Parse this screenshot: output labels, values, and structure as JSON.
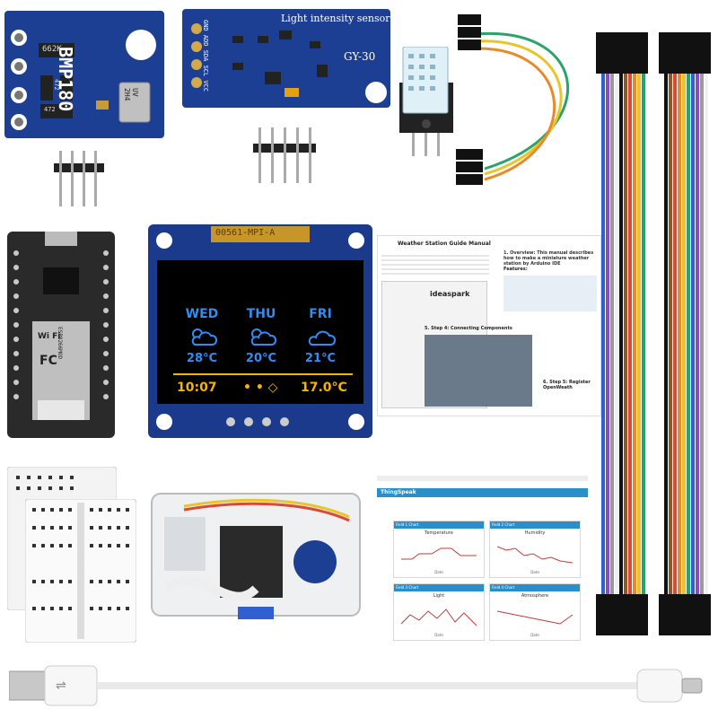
{
  "product_photo": {
    "bmp180": {
      "name": "BMP180",
      "chip_top": "662K",
      "chip_mid": "472",
      "chip_bottom": "472",
      "sensor_text": "UV 2H4"
    },
    "gy30": {
      "title": "Light intensity sensor",
      "model": "GY-30",
      "pins": "GND ADD SDA SCL VCC"
    },
    "oled": {
      "label": "00561-MPI-A",
      "days": [
        {
          "day": "WED",
          "temp": "28°C"
        },
        {
          "day": "THU",
          "temp": "20°C"
        },
        {
          "day": "FRI",
          "temp": "21°C"
        }
      ],
      "time": "10:07",
      "dots": "• • ◇",
      "current_temp": "17.0°C"
    },
    "nodemcu": {
      "module": "ESP8266MOD",
      "wifi": "Wi Fi",
      "fc": "FC"
    },
    "manual": {
      "title": "Weather Station Guide Manual",
      "overview": "1. Overview: This manual describes how to make a miniature weather station by Arduino IDE",
      "features": "Features:",
      "step4": "5. Step 4: Connecting Components",
      "step5": "6. Step 5: Register OpenWeath",
      "brand": "ideaspark"
    },
    "thingspeak": {
      "brand": "ThingSpeak",
      "charts": [
        {
          "field": "Field 1 Chart",
          "title": "Temperature",
          "axis": "Date"
        },
        {
          "field": "Field 2 Chart",
          "title": "Humidity",
          "axis": "Date"
        },
        {
          "field": "Field 3 Chart",
          "title": "Light",
          "axis": "Date"
        },
        {
          "field": "Field 4 Chart",
          "title": "Atmosphere",
          "axis": "Date"
        }
      ]
    },
    "colors": {
      "pcb_blue": "#1b3a8c",
      "oled_blue": "#2f8df3",
      "oled_yellow": "#f5b400",
      "thingspeak_blue": "#2a8fc9"
    }
  }
}
